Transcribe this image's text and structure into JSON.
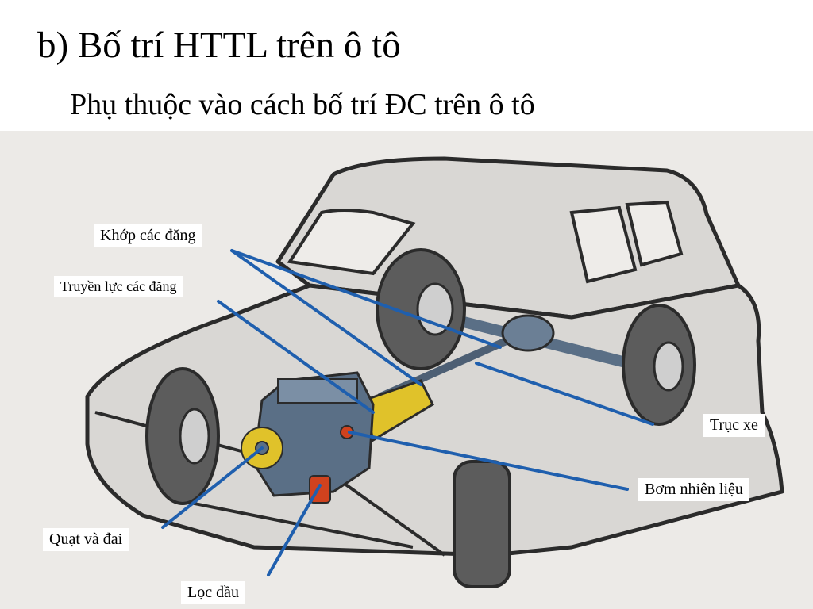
{
  "slide": {
    "title": "b) Bố trí HTTL trên  ô tô",
    "subtitle": "Phụ thuộc vào cách bố trí ĐC trên ô tô"
  },
  "diagram": {
    "labels": {
      "universal_joint": "Khớp các đăng",
      "drive_shaft": "Truyền lực các đăng",
      "axle": "Trục xe",
      "fuel_pump": "Bơm nhiên liệu",
      "fan_belt": "Quạt và đai",
      "oil_filter": "Lọc dầu"
    },
    "colors": {
      "leader_line": "#1f5fae",
      "car_body": "#d9d7d4",
      "outline": "#2b2b2b",
      "transmission": "#e0c22a",
      "engine": "#5a6f86"
    }
  }
}
